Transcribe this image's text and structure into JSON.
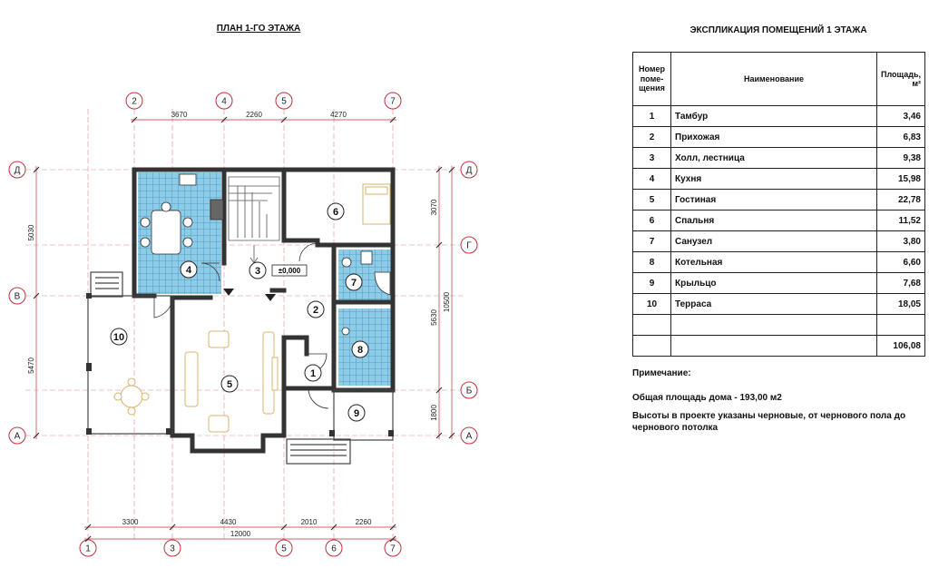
{
  "plan": {
    "title": "ПЛАН  1-ГО ЭТАЖА",
    "level_mark": "±0,000",
    "grid": {
      "top_axes": [
        "2",
        "4",
        "5",
        "7"
      ],
      "bottom_axes": [
        "1",
        "3",
        "5",
        "6",
        "7"
      ],
      "left_axes": [
        "Д",
        "В",
        "А"
      ],
      "right_axes": [
        "Д",
        "Г",
        "Б",
        "А"
      ]
    },
    "dims": {
      "top": [
        "3670",
        "2260",
        "4270"
      ],
      "bottom": [
        "3300",
        "4430",
        "2010",
        "2260"
      ],
      "bottom_total": "12000",
      "left": [
        "5030",
        "5470"
      ],
      "right_outer": [
        "3070",
        "5630",
        "1800"
      ],
      "right_total": "10500"
    },
    "room_numbers": [
      "1",
      "2",
      "3",
      "4",
      "5",
      "6",
      "7",
      "8",
      "9",
      "10"
    ]
  },
  "explication": {
    "title": "ЭКСПЛИКАЦИЯ ПОМЕЩЕНИЙ  1 ЭТАЖА",
    "headers": {
      "num": "Номер поме-щения",
      "name": "Наименование",
      "area": "Площадь, м²"
    },
    "rows": [
      {
        "num": "1",
        "name": "Тамбур",
        "area": "3,46"
      },
      {
        "num": "2",
        "name": "Прихожая",
        "area": "6,83"
      },
      {
        "num": "3",
        "name": "Холл, лестница",
        "area": "9,38"
      },
      {
        "num": "4",
        "name": "Кухня",
        "area": "15,98"
      },
      {
        "num": "5",
        "name": "Гостиная",
        "area": "22,78"
      },
      {
        "num": "6",
        "name": "Спальня",
        "area": "11,52"
      },
      {
        "num": "7",
        "name": "Санузел",
        "area": "3,80"
      },
      {
        "num": "8",
        "name": "Котельная",
        "area": "6,60"
      },
      {
        "num": "9",
        "name": "Крыльцо",
        "area": "7,68"
      },
      {
        "num": "10",
        "name": "Терраса",
        "area": "18,05"
      }
    ],
    "total": "106,08"
  },
  "notes": {
    "heading": "Примечание:",
    "total_area": "Общая площадь дома  -   193,00 м2",
    "heights": "Высоты в проекте указаны черновые, от чернового пола до чернового потолка"
  },
  "colors": {
    "axis": "#c0303a",
    "wall": "#3a3a3a",
    "tile": "#8ecbe6",
    "tile_grid": "#4a93bd",
    "furniture": "#d9b36c"
  }
}
